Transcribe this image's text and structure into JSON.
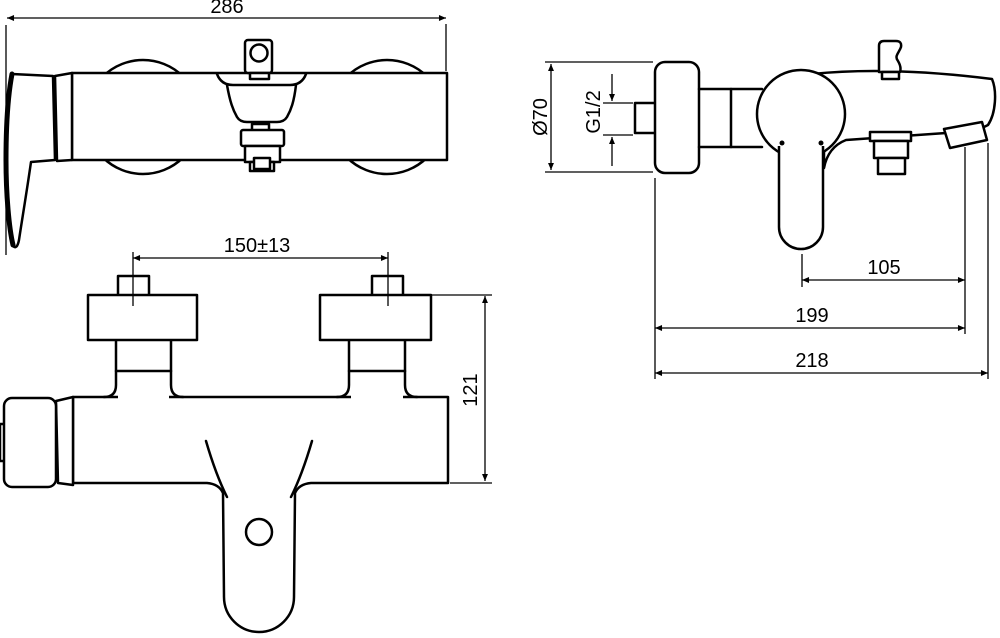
{
  "drawing": {
    "kind": "faucet-technical-drawing",
    "dimensions": {
      "top_view_width": "286",
      "supply_spacing": "150±13",
      "body_height": "121",
      "flange_diameter": "Ø70",
      "thread_size": "G1/2",
      "handle_to_outlet": "105",
      "wall_to_outlet": "199",
      "total_projection": "218"
    },
    "colors": {
      "line": "#000000",
      "background": "#ffffff"
    }
  }
}
